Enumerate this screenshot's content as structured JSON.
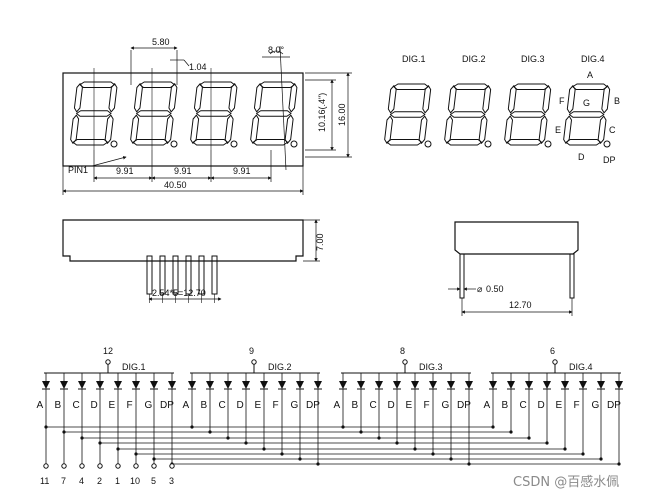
{
  "front_view": {
    "dims": {
      "segment_width": "5.80",
      "segment_slant": "1.04",
      "slant_angle": "8.0°",
      "digit_height": "10.16(.4\")",
      "total_height": "16.00",
      "pitch_1": "9.91",
      "pitch_2": "9.91",
      "pitch_3": "9.91",
      "total_width": "40.50",
      "pin1_label": "PIN1"
    }
  },
  "side_view": {
    "height": "7.00",
    "pin_pitch": "2.54*5=12.70"
  },
  "end_view": {
    "pin_diameter": "0.50",
    "width": "12.70",
    "dia_symbol": "⌀"
  },
  "segment_map": {
    "digit_labels": [
      "DIG.1",
      "DIG.2",
      "DIG.3",
      "DIG.4"
    ],
    "segments": [
      "A",
      "B",
      "C",
      "D",
      "E",
      "F",
      "G",
      "DP"
    ]
  },
  "circuit": {
    "digits": [
      {
        "label": "DIG.1",
        "pin": "12"
      },
      {
        "label": "DIG.2",
        "pin": "9"
      },
      {
        "label": "DIG.3",
        "pin": "8"
      },
      {
        "label": "DIG.4",
        "pin": "6"
      }
    ],
    "segment_labels": [
      "A",
      "B",
      "C",
      "D",
      "E",
      "F",
      "G",
      "DP"
    ],
    "bottom_pins": [
      "11",
      "7",
      "4",
      "2",
      "1",
      "10",
      "5",
      "3"
    ]
  },
  "watermark": "CSDN @百感水佩"
}
